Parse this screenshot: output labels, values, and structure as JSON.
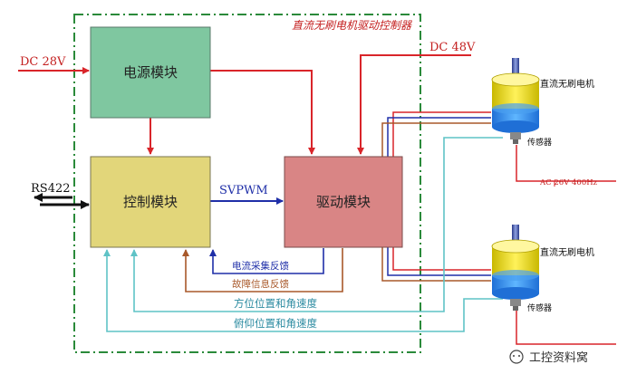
{
  "title": "直流无刷电机驱动控制器",
  "blocks": {
    "power": "电源模块",
    "control": "控制模块",
    "drive": "驱动模块"
  },
  "inputs": {
    "dc28": "DC 28V",
    "dc48": "DC 48V",
    "rs422": "RS422",
    "ac": "AC 26V 400Hz"
  },
  "signals": {
    "svpwm": "SVPWM",
    "current_feedback": "电流采集反馈",
    "fault_feedback": "故障信息反馈",
    "azimuth": "方位位置和角速度",
    "pitch": "俯仰位置和角速度"
  },
  "motors": [
    {
      "label": "直流无刷电机",
      "sensor": "传感器"
    },
    {
      "label": "直流无刷电机",
      "sensor": "传感器"
    }
  ],
  "watermark": "工控资料窝",
  "colors": {
    "power_fill": "#7fc7a0",
    "control_fill": "#e2d67a",
    "drive_fill": "#d98585",
    "red_line": "#d9252a",
    "blue_line": "#1f2fa8",
    "brown_line": "#a8582a",
    "cyan_line": "#5fc3c6",
    "dashdot_border": "#2a8a3a"
  }
}
